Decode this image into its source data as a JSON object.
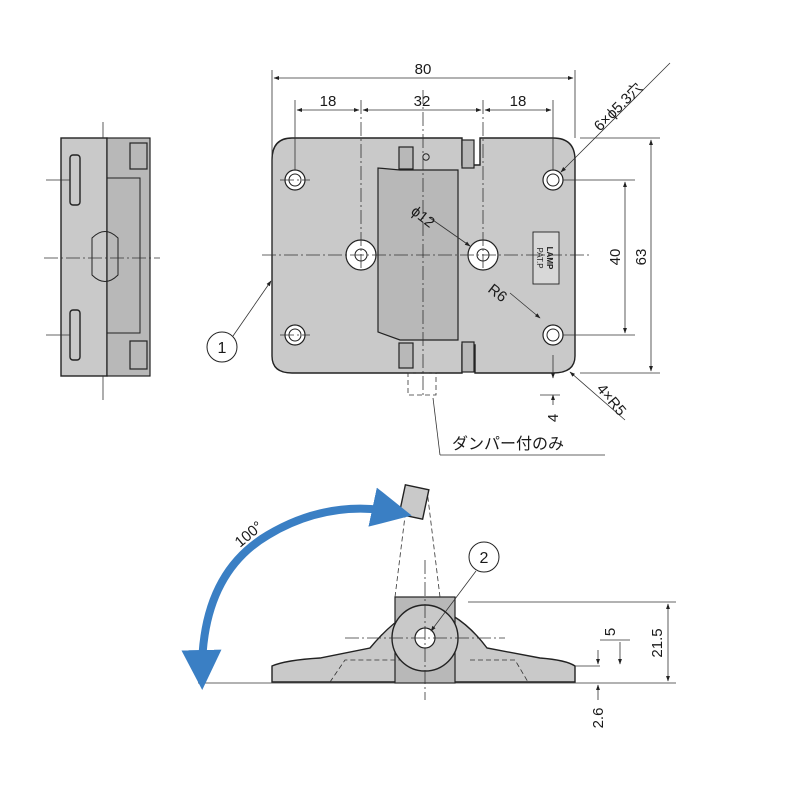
{
  "dimensions": {
    "overall_width": "80",
    "hole_pitch_left": "18",
    "hole_pitch_center": "32",
    "hole_pitch_right": "18",
    "mount_holes": "6×ϕ5.3穴",
    "pin_diameter": "ϕ12",
    "vertical_pitch": "40",
    "overall_height": "63",
    "inner_radius": "R6",
    "corner_radius": "4×R5",
    "damper_offset": "4",
    "side_height": "21.5",
    "side_pin_height": "5",
    "side_base_thickness": "2.6"
  },
  "notes": {
    "damper_only": "ダンパー付のみ",
    "opening_angle": "100°"
  },
  "callouts": {
    "first": "1",
    "second": "2"
  },
  "logo": {
    "brand": "LAMP",
    "mark": "PAT.P"
  },
  "colors": {
    "part_fill": "#c9c9c9",
    "arrow_blue": "#3a7fc4"
  }
}
